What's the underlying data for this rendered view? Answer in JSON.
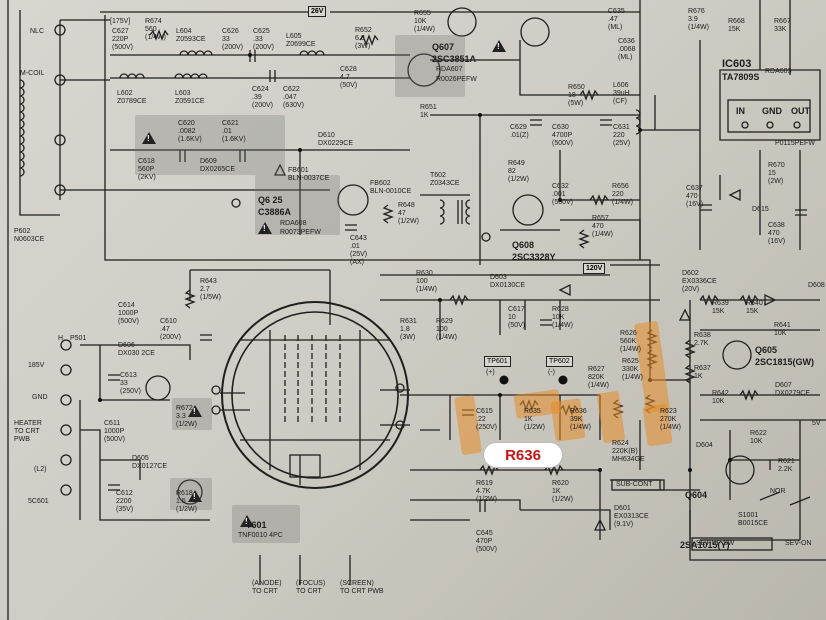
{
  "highlight_label": "R636",
  "ic": {
    "name": "IC603",
    "part": "TA7809S",
    "part2": "RDA603",
    "part3": "P0115PEFW",
    "pins": [
      "IN",
      "GND",
      "OUT"
    ]
  },
  "rails": {
    "v26": "26V",
    "v120": "120V",
    "v175": "[175V]"
  },
  "transistors": [
    {
      "ref": "Q607",
      "type": "2SC3851A",
      "sub1": "RDA607",
      "sub2": "R0026PEFW"
    },
    {
      "ref": "Q608",
      "type": "2SC3328Y"
    },
    {
      "ref": "Q605",
      "type": "2SC1815(GW)"
    },
    {
      "ref": "Q604",
      "type": "2SA1015(Y)"
    },
    {
      "ref": "Q6 25",
      "type": "C3886A",
      "sub1": "RDA608",
      "sub2": "R0073PEFW"
    }
  ],
  "transformers": [
    {
      "ref": "T602",
      "part": "Z0343CE"
    },
    {
      "ref": "T601",
      "part": "TNF0010 4PC"
    }
  ],
  "test_points": [
    {
      "ref": "TP601",
      "pol": "(+)"
    },
    {
      "ref": "TP602",
      "pol": "(-)"
    }
  ],
  "components": [
    "R674\n560\n(1/4W)",
    "C627\n220P\n(500V)",
    "L604\nZ0593CE",
    "C626\n33\n(200V)",
    "C625\n.33\n(200V)",
    "L605\nZ0699CE",
    "R652\n6.8\n(3W)",
    "R655\n10K\n(1/4W)",
    "C635\n.47\n(ML)",
    "C636\n.0068\n(ML)",
    "R676\n3.9\n(1/4W)",
    "R668\n15K",
    "R667\n33K",
    "L602\nZ0789CE",
    "L603\nZ0591CE",
    "C628\n4.7\n(50V)",
    "C624\n.39\n(200V)",
    "C622\n.047\n(630V)",
    "R651\n1K",
    "R650\n18\n(5W)",
    "L606\n39uH\n(CF)",
    "C631\n220\n(25V)",
    "C620\n.0082\n(1.6KV)",
    "C621\n.01\n(1.6KV)",
    "D610\nDX0229CE",
    "C629\n.01(Z)",
    "C630\n4700P\n(500V)",
    "C618\n560P\n(2KV)",
    "D609\nDX0265CE",
    "R649\n82\n(1/2W)",
    "FB601\nBLN-0037CE",
    "FB602\nBLN-0010CE",
    "C632\n.001\n(500V)",
    "R656\n220\n(1/4W)",
    "C637\n470\n(16V)",
    "D615",
    "R648\n47\n(1/2W)",
    "R657\n470\n(1/4W)",
    "C638\n470\n(16V)",
    "C643\n.01\n(25V)\n(AX)",
    "R670\n15\n(2W)",
    "R643\n2.7\n(1/5W)",
    "R630\n100\n(1/4W)",
    "D603\nDX0130CE",
    "D602\nEX0336CE\n(20V)",
    "D608",
    "C614\n1000P\n(500V)",
    "C610\n.47\n(200V)",
    "R628\n10K\n(1/4W)",
    "C617\n10\n(50V)",
    "R639\n15K",
    "R640\n15K",
    "D606\nDX030 2CE",
    "C613\n33\n(250V)",
    "R631\n1.8\n(3W)",
    "R629\n100\n(1/4W)",
    "R626\n560K\n(1/4W)",
    "R638\n2.7K",
    "R641\n10K",
    "R637\n1K",
    "R625\n330K\n(1/4W)",
    "R627\n820K\n(1/4W)",
    "R672\n3.3\n(1/2W)",
    "R642\n10K",
    "D607\nDX0279CE",
    "C611\n1000P\n(500V)",
    "C615\n.22\n(250V)",
    "R635\n1K\n(1/2W)",
    "R636\n39K\n(1/4W)",
    "R623\n270K\n(1/4W)",
    "D605\nDX0127CE",
    "D604",
    "R622\n10K",
    "R624\n220K(B)\nMH634GE",
    "C612\n2200\n(35V)",
    "R618\n1.5\n(1/2W)",
    "R621\n2.2K",
    "R619\n4.7K\n(1/2W)",
    "R620\n1K\n(1/2W)",
    "D601\nEX0313CE\n(9.1V)",
    "S1001\nB0015CE",
    "C645\n470P\n(500V)"
  ],
  "connectors": [
    "P602\nN0603CE",
    "P501",
    "M-COIL",
    "NLC",
    "H",
    "185V",
    "GND",
    "HEATER\nTO CRT\nPWB",
    "(L2)",
    "5C601",
    "SUB-CONT",
    "SET UP SW",
    "NOR",
    "SEV-ON",
    "5V"
  ],
  "bottom_labels": [
    "(ANODE)\nTO CRT",
    "(FOCUS)\nTO CRT",
    "(SCREEN)\nTO CRT PWB"
  ]
}
